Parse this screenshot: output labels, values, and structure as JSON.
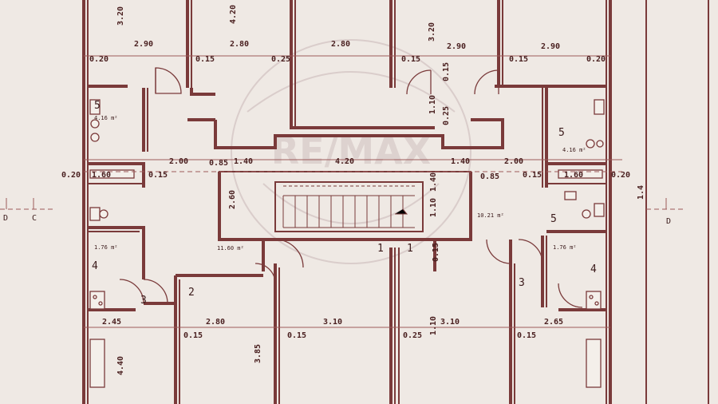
{
  "watermark": "RE/MAX",
  "section_marks": {
    "left_d": "D",
    "left_c": "C",
    "right_d": "D"
  },
  "dims_top": [
    "2.90",
    "2.80",
    "2.80",
    "2.90",
    "2.90"
  ],
  "dims_wall_top": [
    "0.20",
    "0.15",
    "0.25",
    "0.15",
    "0.15",
    "0.20"
  ],
  "dims_vertical_top": [
    "3.20",
    "4.20",
    "3.20"
  ],
  "dims_core": [
    "2.00",
    "0.85",
    "1.40",
    "4.20",
    "1.40",
    "0.85",
    "2.00"
  ],
  "dims_mid": [
    "0.20",
    "1.60",
    "0.15",
    "0.15",
    "1.60",
    "0.20",
    "2.60"
  ],
  "dims_stair_v": [
    "1.10",
    "1.40"
  ],
  "dims_side_v": [
    "0.15",
    "1.10",
    "0.25",
    "0.15"
  ],
  "dims_right_v": "1.4",
  "dims_bottom": [
    "2.45",
    "2.80",
    "3.10",
    "3.10",
    "2.65"
  ],
  "dims_wall_bottom": [
    "0.15",
    "0.15",
    "0.25",
    "0.15"
  ],
  "dims_vertical_bottom": [
    "4.40",
    "3.85",
    "1.10"
  ],
  "rooms": [
    {
      "num": "5",
      "area": "4.16 m²"
    },
    {
      "num": "5",
      "area": "4.16 m²"
    },
    {
      "num": "4",
      "area": "1.76 m²"
    },
    {
      "num": "4",
      "area": "1.76 m²"
    },
    {
      "num": "3",
      "area": ""
    },
    {
      "num": "3",
      "area": ""
    },
    {
      "num": "2",
      "area": ""
    },
    {
      "num": "1",
      "area": ""
    },
    {
      "num": "1",
      "area": ""
    },
    {
      "num": "5",
      "area": "10.21 m²"
    },
    {
      "num": "",
      "area": "11.60 m²"
    }
  ]
}
